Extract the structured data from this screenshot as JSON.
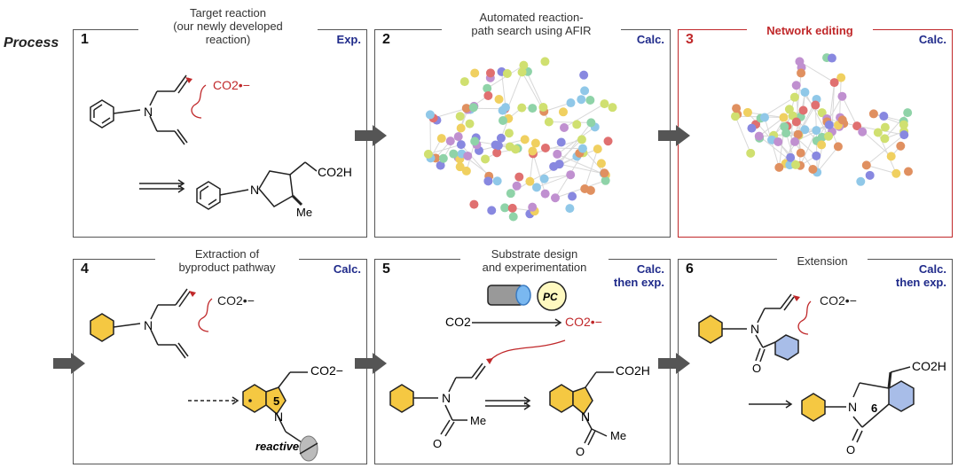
{
  "process_label": "Process",
  "panels": [
    {
      "num": "1",
      "title_lines": [
        "Target reaction",
        "(our newly developed",
        "reaction)"
      ],
      "tag_lines": [
        "Exp."
      ]
    },
    {
      "num": "2",
      "title_lines": [
        "Automated reaction-",
        "path search using AFIR"
      ],
      "tag_lines": [
        "Calc."
      ]
    },
    {
      "num": "3",
      "title_lines": [
        "Network editing"
      ],
      "tag_lines": [
        "Calc."
      ]
    },
    {
      "num": "4",
      "title_lines": [
        "Extraction of",
        "byproduct pathway"
      ],
      "tag_lines": [
        "Calc."
      ]
    },
    {
      "num": "5",
      "title_lines": [
        "Substrate design",
        "and experimentation"
      ],
      "tag_lines": [
        "Calc.",
        "then exp."
      ]
    },
    {
      "num": "6",
      "title_lines": [
        "Extension"
      ],
      "tag_lines": [
        "Calc.",
        "then exp."
      ]
    }
  ],
  "chem": {
    "co2_radical": "CO2•−",
    "co2_anion": "CO2−",
    "co2h": "CO2H",
    "me": "Me",
    "n": "N",
    "o": "O",
    "co2": "CO2",
    "pc": "PC",
    "ring5": "5",
    "ring6": "6",
    "reactive": "reactive"
  },
  "colors": {
    "yellow_ring": "#f5c842",
    "blue_ring": "#a8bde8",
    "red_arrow": "#c0282a",
    "tag_blue": "#1f2a8a",
    "node_palette": [
      "#8fd3a8",
      "#f0d060",
      "#8888e0",
      "#e09060",
      "#e07070",
      "#90c8e8",
      "#d0e070",
      "#c090d0"
    ]
  }
}
